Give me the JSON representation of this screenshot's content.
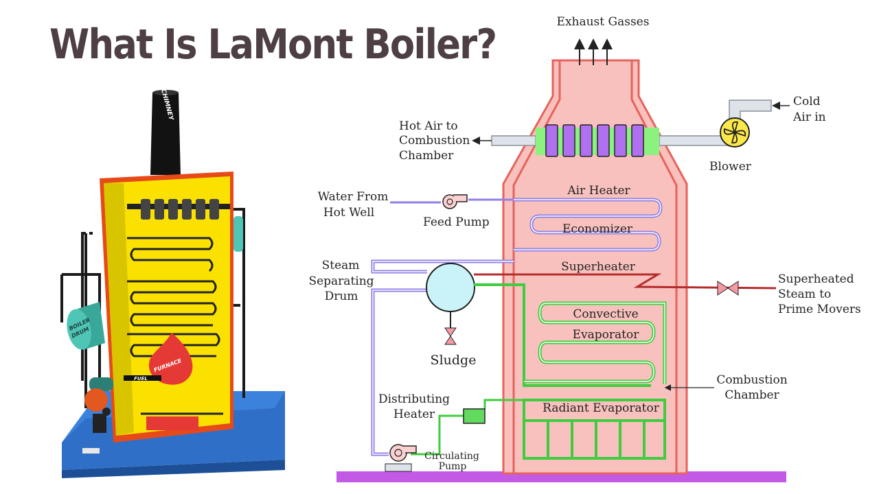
{
  "page": {
    "title": "What Is LaMont Boiler?"
  },
  "model": {
    "chimney_label": "CHIMNEY",
    "drum_label_1": "BOILER",
    "drum_label_2": "DRUM",
    "furnace_label": "FURNACE",
    "fuel_label": "FUEL"
  },
  "diagram": {
    "labels": {
      "exhaust": "Exhaust Gasses",
      "cold_air_1": "Cold",
      "cold_air_2": "Air in",
      "blower": "Blower",
      "hot_air_1": "Hot Air to",
      "hot_air_2": "Combustion",
      "hot_air_3": "Chamber",
      "water_1": "Water From",
      "water_2": "Hot Well",
      "feed_pump": "Feed Pump",
      "air_heater": "Air Heater",
      "economizer": "Economizer",
      "superheater": "Superheater",
      "steam_drum_1": "Steam",
      "steam_drum_2": "Separating",
      "steam_drum_3": "Drum",
      "superheated_1": "Superheated",
      "superheated_2": "Steam to",
      "superheated_3": "Prime Movers",
      "convective_1": "Convective",
      "convective_2": "Evaporator",
      "sludge": "Sludge",
      "combustion_1": "Combustion",
      "combustion_2": "Chamber",
      "distributing_1": "Distributing",
      "distributing_2": "Heater",
      "radiant": "Radiant Evaporator",
      "circulating_1": "Circulating",
      "circulating_2": "Pump"
    },
    "colors": {
      "furnace_fill": "#f8c1bd",
      "furnace_stroke": "#e6625c",
      "air_heater_fill": "#8cf27f",
      "tube_fill": "#b070f0",
      "water_line": "#8f7fe6",
      "evaporator_line": "#3fcc3f",
      "superheater_line": "#b52c2c",
      "drum_fill": "#c9f3f8",
      "base": "#c25ae6"
    }
  }
}
